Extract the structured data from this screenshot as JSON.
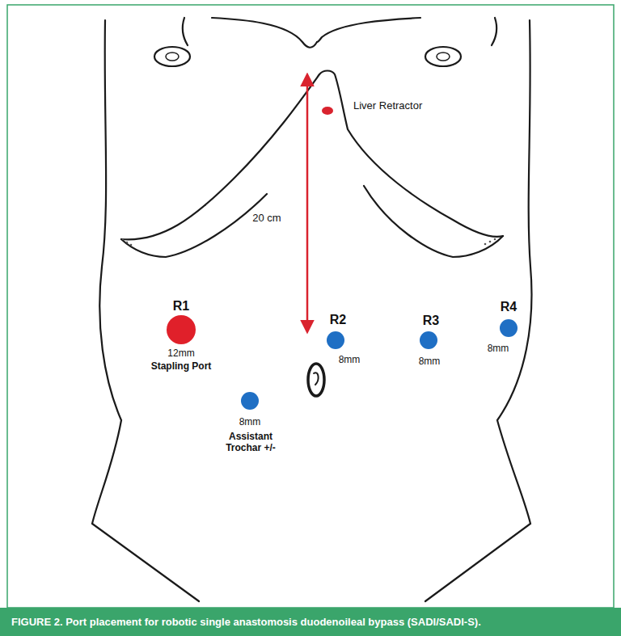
{
  "diagram": {
    "caption": "FIGURE 2. Port placement for robotic single anastomosis duodenoileal bypass (SADI/SADI-S).",
    "labels": [
      "Liver Retractor",
      "20 cm",
      "R1",
      "12mm",
      "Stapling Port",
      "R2",
      "8mm",
      "R3",
      "8mm",
      "R4",
      "8mm",
      "8mm",
      "Assistant Trochar +/-"
    ]
  }
}
